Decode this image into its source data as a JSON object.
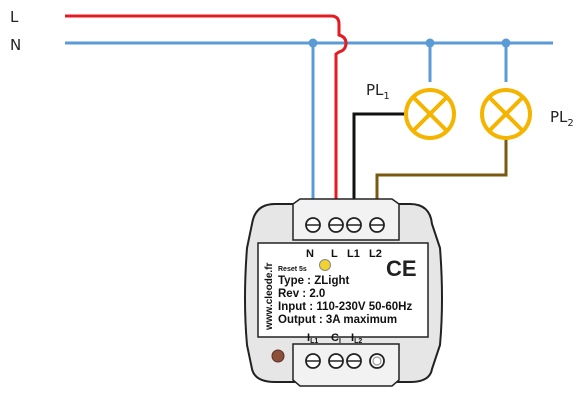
{
  "lines": {
    "live_label": "L",
    "neutral_label": "N"
  },
  "lamps": [
    {
      "label": "PL",
      "sub": "1"
    },
    {
      "label": "PL",
      "sub": "2"
    }
  ],
  "module": {
    "top_terminals": [
      "N",
      "L",
      "L1",
      "L2"
    ],
    "reset_label": "Reset 5s",
    "type_line": "Type : ZLight",
    "rev_line": "Rev   : 2.0",
    "input_line": "Input : 110-230V 50-60Hz",
    "output_line": "Output : 3A maximum",
    "side_text": "www.cleode.fr",
    "ce_mark": "CE",
    "bottom_terminals": [
      {
        "label": "I",
        "sub": "L1"
      },
      {
        "label": "C",
        "sub": "I"
      },
      {
        "label": "I",
        "sub": "L2"
      }
    ]
  },
  "colors": {
    "live_wire": "#e31b23",
    "neutral_wire": "#5b9bd5",
    "switched_l1_wire": "#111111",
    "switched_l2_wire": "#7a5a10",
    "lamp": "#f5b400",
    "module_body": "#e6e6e6",
    "indicator": "#f1d232"
  }
}
